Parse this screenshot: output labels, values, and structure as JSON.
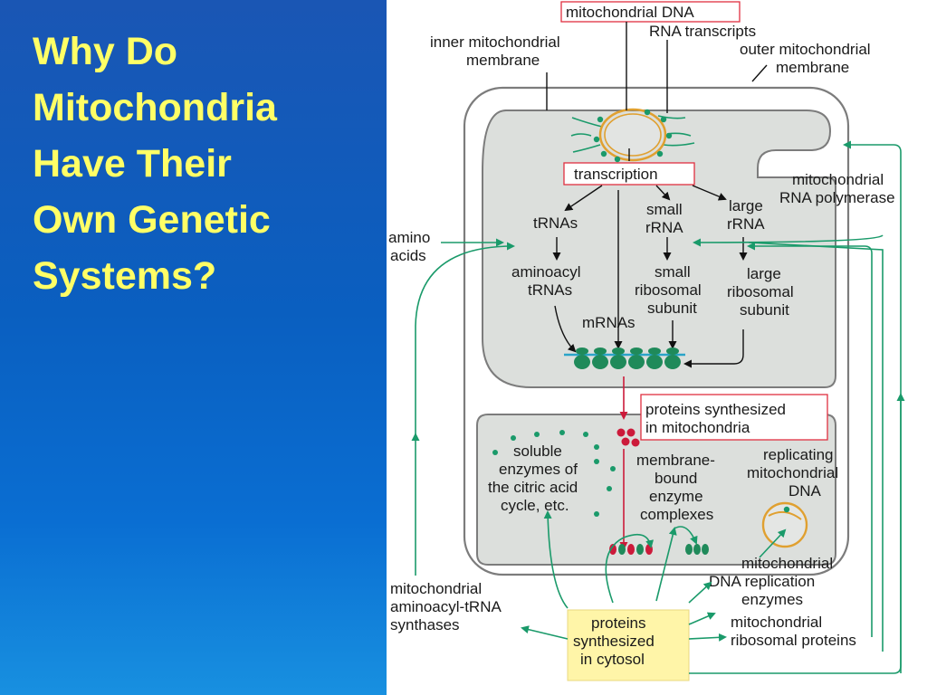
{
  "slide": {
    "title_lines": [
      "Why Do",
      "Mitochondria",
      "Have Their",
      "Own Genetic",
      "Systems?"
    ]
  },
  "diagram": {
    "labels": {
      "mtdna": "mitochondrial DNA",
      "rna_transcripts": "RNA transcripts",
      "inner_membrane": [
        "inner mitochondrial",
        "membrane"
      ],
      "outer_membrane": [
        "outer mitochondrial",
        "membrane"
      ],
      "transcription": "transcription",
      "polymerase": [
        "mitochondrial",
        "RNA polymerase"
      ],
      "amino_acids": [
        "amino",
        "acids"
      ],
      "trnas": "tRNAs",
      "small_rrna": [
        "small",
        "rRNA"
      ],
      "large_rrna": [
        "large",
        "rRNA"
      ],
      "aminoacyl_trnas": [
        "aminoacyl",
        "tRNAs"
      ],
      "small_subunit": [
        "small",
        "ribosomal",
        "subunit"
      ],
      "large_subunit": [
        "large",
        "ribosomal",
        "subunit"
      ],
      "mrnas": "mRNAs",
      "proteins_mito": [
        "proteins synthesized",
        "in mitochondria"
      ],
      "soluble_enzymes": [
        "soluble",
        "enzymes of",
        "the citric acid",
        "cycle, etc."
      ],
      "membrane_bound": [
        "membrane-",
        "bound",
        "enzyme",
        "complexes"
      ],
      "replicating_dna": [
        "replicating",
        "mitochondrial",
        "DNA"
      ],
      "aminoacyl_synthases": [
        "mitochondrial",
        "aminoacyl-tRNA",
        "synthases"
      ],
      "replication_enzymes": [
        "mitochondrial",
        "DNA replication",
        "enzymes"
      ],
      "proteins_cytosol": [
        "proteins",
        "synthesized",
        "in cytosol"
      ],
      "ribosomal_proteins": [
        "mitochondrial",
        "ribosomal proteins"
      ]
    },
    "colors": {
      "background_blue": "#0a5fc0",
      "title_yellow": "#ffff66",
      "matrix_gray": "#dcdfdc",
      "outline_gray": "#7c7c7c",
      "pathway_green": "#1a9a6a",
      "protein_red": "#cc1a3a",
      "highlight_yellow": "#fff5a8",
      "dna_orange": "#e0a030"
    }
  }
}
